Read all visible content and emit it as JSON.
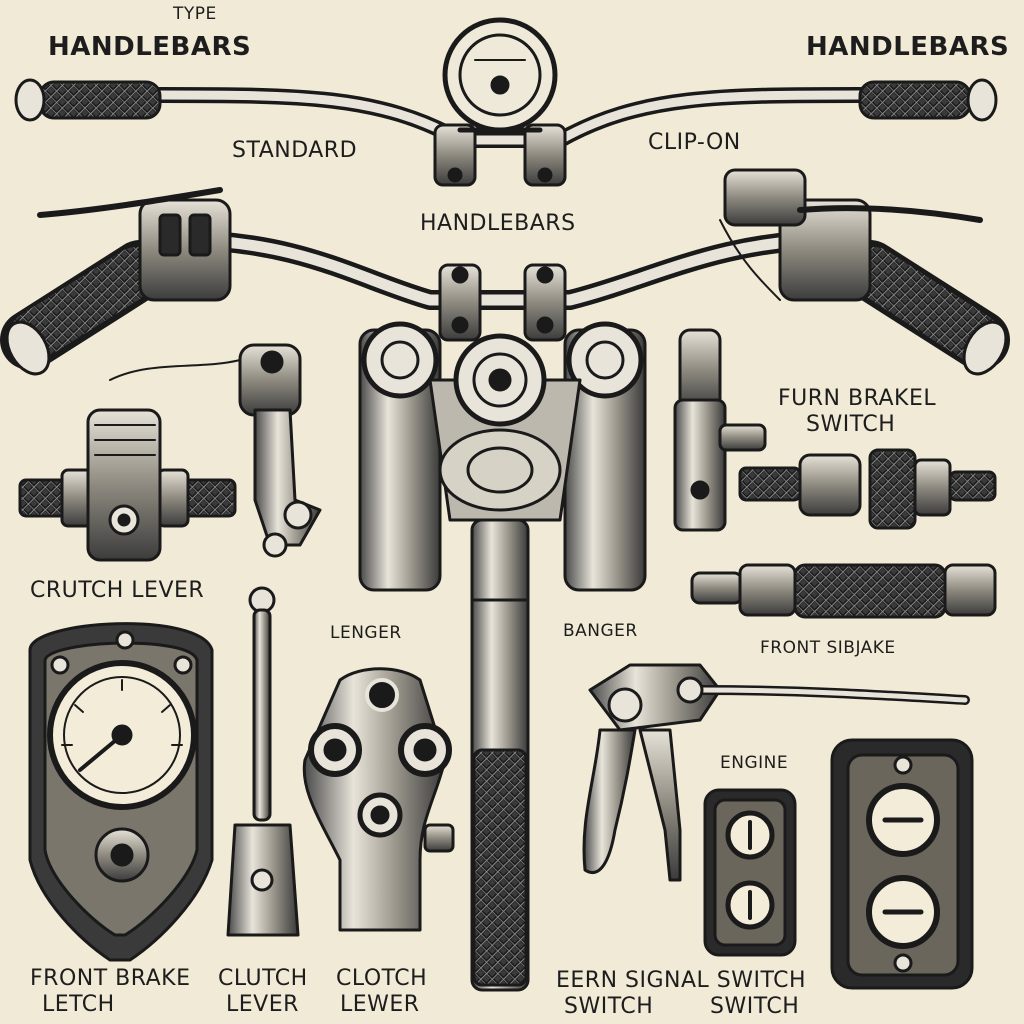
{
  "labels": {
    "type": "TYPE",
    "handlebars_left": "HANDLEBARS",
    "handlebars_right": "HANDLEBARS",
    "standard": "STANDARD",
    "clip_on": "CLIP-ON",
    "handlebars_center": "HANDLEBARS",
    "furn_brakel": "FURN BRAKEL",
    "switch_right": "SWITCH",
    "crutch_lever": "CRUTCH LEVER",
    "lenger": "LENGER",
    "banger": "BANGER",
    "front_sibjake": "FRONT SIBJAKE",
    "engine": "ENGINE",
    "front_brake": "FRONT BRAKE",
    "letch": "LETCH",
    "clutch": "CLUTCH",
    "lever_1": "LEVER",
    "clotch": "CLOTCH",
    "lewer": "LEWER",
    "eern_signal_switch": "EERN SIGNAL SWITCH",
    "switch_bottom_left": "SWITCH",
    "switch_bottom_right": "SWITCH"
  },
  "colors": {
    "background": "#f1ead7",
    "ink": "#1a1a1a"
  }
}
